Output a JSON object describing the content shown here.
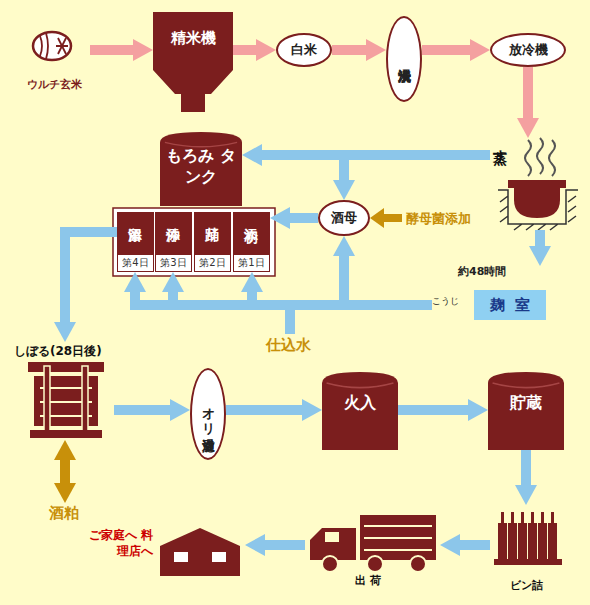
{
  "diagram": {
    "nodes": [
      {
        "text": [
          "ウルチ玄米"
        ]
      },
      {
        "text": [
          "精米機"
        ]
      },
      {
        "text": [
          "白米"
        ]
      },
      {
        "text": [
          "米洗浸漬"
        ]
      },
      {
        "text": [
          "放冷機"
        ]
      },
      {
        "text": [
          "蒸す"
        ]
      },
      {
        "text": [
          "もろみ タンク"
        ]
      },
      {
        "text": [
          "留添",
          "第4日"
        ]
      },
      {
        "text": [
          "仲添",
          "第3日"
        ]
      },
      {
        "text": [
          "踊り",
          "第2日"
        ]
      },
      {
        "text": [
          "初添",
          "第1日"
        ]
      },
      {
        "text": [
          "酒母"
        ]
      },
      {
        "text": [
          "約48時間",
          "こうじ",
          "麹室"
        ]
      },
      {
        "text": [
          "しぼる(28日後)"
        ]
      },
      {
        "text": [
          "酒粕"
        ]
      },
      {
        "text": [
          "オリ引濾過"
        ]
      },
      {
        "text": [
          "火入"
        ]
      },
      {
        "text": [
          "貯蔵"
        ]
      },
      {
        "text": [
          "ビン詰"
        ]
      },
      {
        "text": [
          "出荷"
        ]
      },
      {
        "text": [
          "ご家庭へ 料理店へ"
        ]
      }
    ],
    "edges": [
      {
        "from": 0,
        "to": 1,
        "arrow": "to"
      },
      {
        "from": 1,
        "to": 2,
        "arrow": "to"
      },
      {
        "from": 2,
        "to": 3,
        "arrow": "to"
      },
      {
        "from": 3,
        "to": 4,
        "arrow": "to"
      },
      {
        "from": 4,
        "to": 5,
        "arrow": "to"
      },
      {
        "from": 5,
        "to": 6,
        "arrow": "to"
      },
      {
        "from": 5,
        "to": 11,
        "arrow": "to"
      },
      {
        "from": 5,
        "to": 12,
        "arrow": "to"
      },
      {
        "from": 11,
        "to": 10,
        "arrow": "to"
      },
      {
        "from": 12,
        "to": 11,
        "arrow": "to"
      },
      {
        "from": 12,
        "to": 10,
        "arrow": "to"
      },
      {
        "from": 12,
        "to": 8,
        "arrow": "to"
      },
      {
        "from": 12,
        "to": 7,
        "arrow": "to"
      },
      {
        "from": 7,
        "to": 13,
        "arrow": "to"
      },
      {
        "from": 13,
        "to": 14,
        "arrow": "both"
      },
      {
        "from": 13,
        "to": 15,
        "arrow": "to"
      },
      {
        "from": 15,
        "to": 16,
        "arrow": "to"
      },
      {
        "from": 16,
        "to": 17,
        "arrow": "to"
      },
      {
        "from": 17,
        "to": 18,
        "arrow": "to"
      },
      {
        "from": 18,
        "to": 19,
        "arrow": "to"
      },
      {
        "from": 19,
        "to": 20,
        "arrow": "to"
      }
    ],
    "labels": [
      "酵母菌添加",
      "仕込水"
    ]
  }
}
